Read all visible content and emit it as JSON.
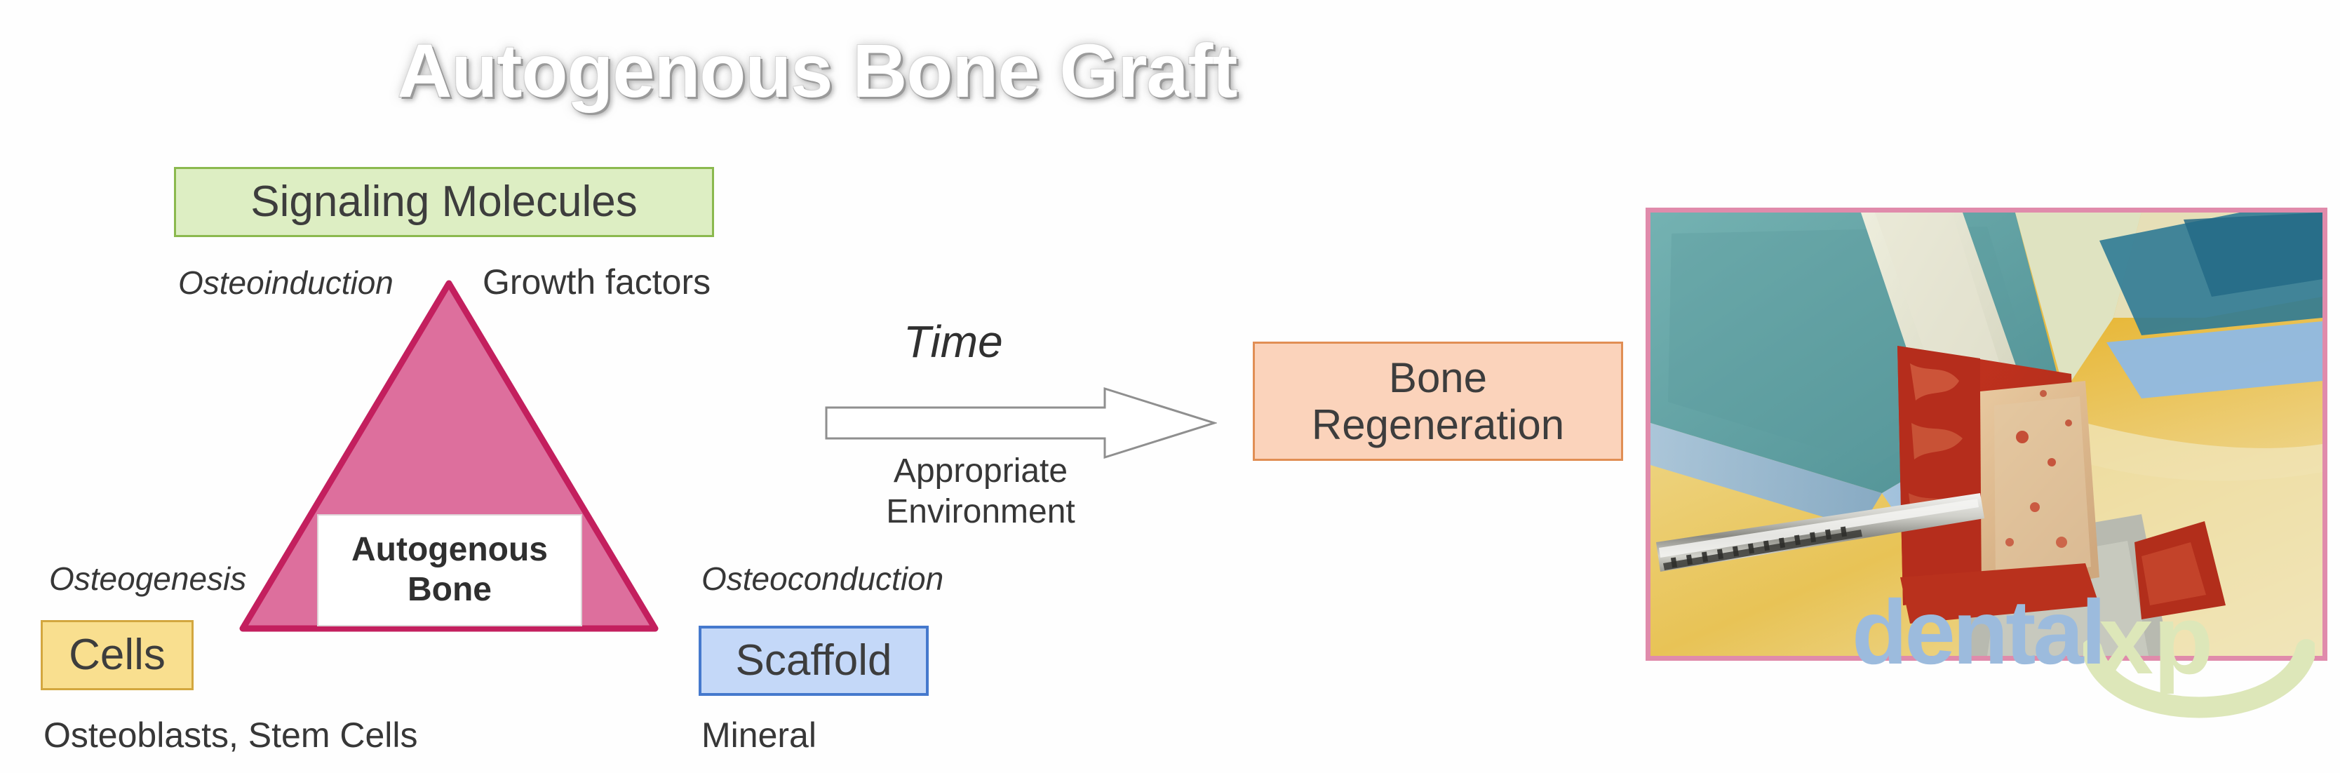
{
  "title": "Autogenous Bone Graft",
  "triangle": {
    "center_label": "Autogenous\nBone",
    "center_label_line1": "Autogenous",
    "center_label_line2": "Bone",
    "fill_color": "#dd6f9d",
    "border_color": "#c31f5e"
  },
  "components": [
    {
      "id": "signaling-molecules",
      "box_label": "Signaling Molecules",
      "mechanism": "Osteoinduction",
      "example": "Growth factors",
      "box_fill": "#ddeec3",
      "box_border": "#8bb94e"
    },
    {
      "id": "cells",
      "box_label": "Cells",
      "mechanism": "Osteogenesis",
      "example": "Osteoblasts, Stem Cells",
      "box_fill": "#f9df8f",
      "box_border": "#d3a73f"
    },
    {
      "id": "scaffold",
      "box_label": "Scaffold",
      "mechanism": "Osteoconduction",
      "example": "Mineral",
      "box_fill": "#c4d8f8",
      "box_border": "#4579cd"
    }
  ],
  "process": {
    "above_arrow": "Time",
    "below_arrow_line1": "Appropriate",
    "below_arrow_line2": "Environment",
    "arrow_direction": "right",
    "arrow_fill": "#ffffff",
    "arrow_stroke": "#8a8a8a"
  },
  "outcome": {
    "label_line1": "Bone",
    "label_line2": "Regeneration",
    "box_fill": "#fbd3bb",
    "box_border": "#e18e54"
  },
  "photo": {
    "caption": "",
    "description": "Intraoperative clinical photograph of an autogenous bone block graft being harvested, held with forceps against surgical drapes",
    "frame_color": "#e08bab"
  },
  "watermark": {
    "text_primary": "dental",
    "text_secondary": "xp",
    "color_primary": "#9cbbdd",
    "color_secondary": "#dde7b9"
  }
}
